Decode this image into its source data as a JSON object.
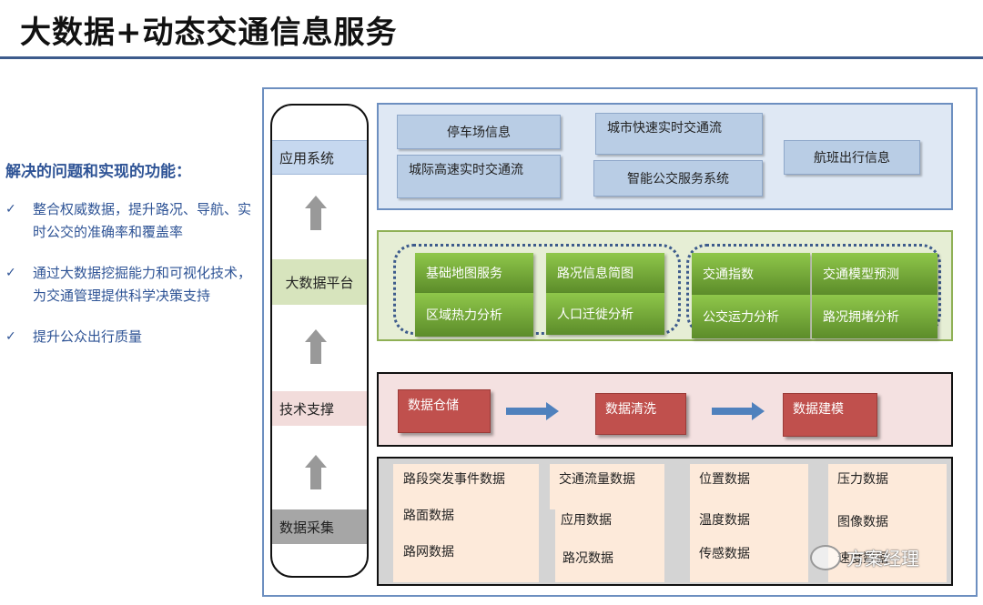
{
  "title": "大数据+动态交通信息服务",
  "sidebar": {
    "heading": "解决的问题和实现的功能：",
    "check_glyph": "✓",
    "items": [
      "整合权威数据，提升路况、导航、实时公交的准确率和覆盖率",
      "通过大数据挖掘能力和可视化技术，为交通管理提供科学决策支持",
      "提升公众出行质量"
    ]
  },
  "layers": {
    "application": "应用系统",
    "big_data": "大数据平台",
    "tech": "技术支撑",
    "collection": "数据采集"
  },
  "app_boxes": [
    "停车场信息",
    "城市快速实时交通流",
    "城际高速实时交通流",
    "智能公交服务系统",
    "航班出行信息"
  ],
  "platform_boxes": [
    "基础地图服务",
    "路况信息简图",
    "区域热力分析",
    "人口迁徙分析",
    "交通指数",
    "交通模型预测",
    "公交运力分析",
    "路况拥堵分析"
  ],
  "tech_steps": [
    "数据仓储",
    "数据清洗",
    "数据建模"
  ],
  "data_columns": [
    [
      "路段突发事件数据",
      "路面数据",
      "路网数据"
    ],
    [
      "交通流量数据",
      "应用数据",
      "路况数据"
    ],
    [
      "位置数据",
      "温度数据",
      "传感数据"
    ],
    [
      "压力数据",
      "图像数据",
      "速度数据"
    ]
  ],
  "watermark": "方案经理",
  "colors": {
    "accent_blue": "#2f5496",
    "app_layer": "#c6d8ef",
    "platform_green": "#6aa133",
    "tech_red": "#c0504d",
    "data_cell": "#fdeada"
  }
}
